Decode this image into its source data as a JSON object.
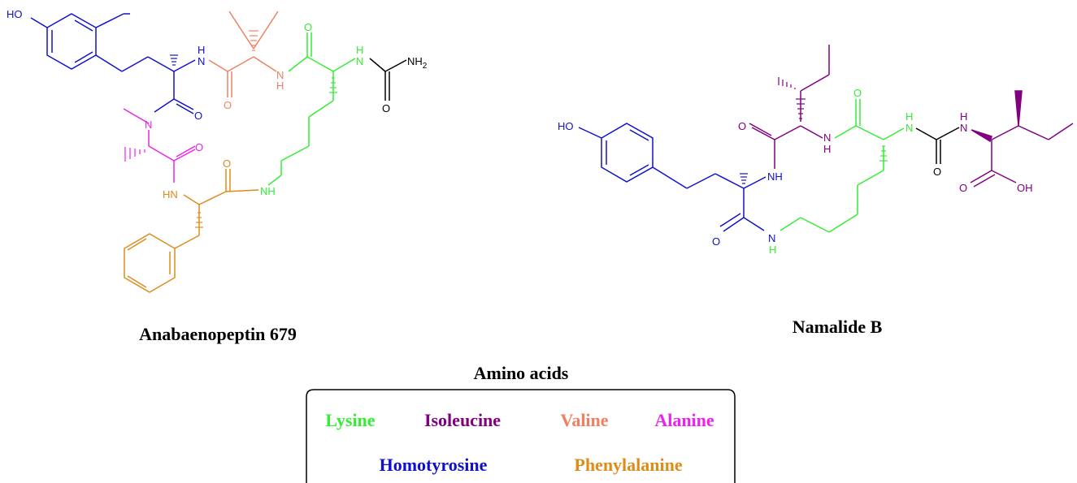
{
  "colors": {
    "lysine": "#33ee33",
    "isoleucine": "#800080",
    "valine": "#f08060",
    "alanine": "#ee22ee",
    "homotyrosine": "#1010cc",
    "phenylalanine": "#dd8c1a",
    "black": "#000000"
  },
  "molecules": [
    {
      "name": "Anabaenopeptin 679"
    },
    {
      "name": "Namalide B"
    }
  ],
  "atoms": {
    "ho": "HO",
    "h": "H",
    "n": "N",
    "o": "O",
    "nh": "NH",
    "hn": "HN",
    "nh2": "NH",
    "nh2_sub": "2",
    "oh": "OH"
  },
  "legend": {
    "title": "Amino acids",
    "items": [
      {
        "label": "Lysine",
        "color": "#33ee33"
      },
      {
        "label": "Isoleucine",
        "color": "#800080"
      },
      {
        "label": "Valine",
        "color": "#f08060"
      },
      {
        "label": "Alanine",
        "color": "#ee22ee"
      },
      {
        "label": "Homotyrosine",
        "color": "#1010cc"
      },
      {
        "label": "Phenylalanine",
        "color": "#dd8c1a"
      }
    ]
  }
}
